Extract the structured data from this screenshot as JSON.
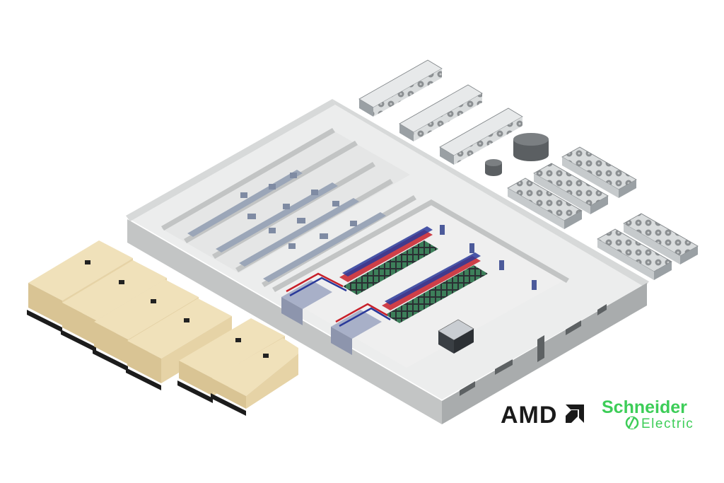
{
  "scene": {
    "background_color": "#ffffff",
    "floor_color": "#f1f1f1",
    "wall_color": "#b9bcbc",
    "generator_color": "#e8d5a8",
    "cooling_pipe_colors": [
      "#c8202a",
      "#2a3a9a"
    ]
  },
  "logos": {
    "amd": {
      "text": "AMD",
      "color": "#1a1a1a"
    },
    "schneider": {
      "line1": "Schneider",
      "line2": "Electric",
      "color": "#3dcd58"
    }
  }
}
